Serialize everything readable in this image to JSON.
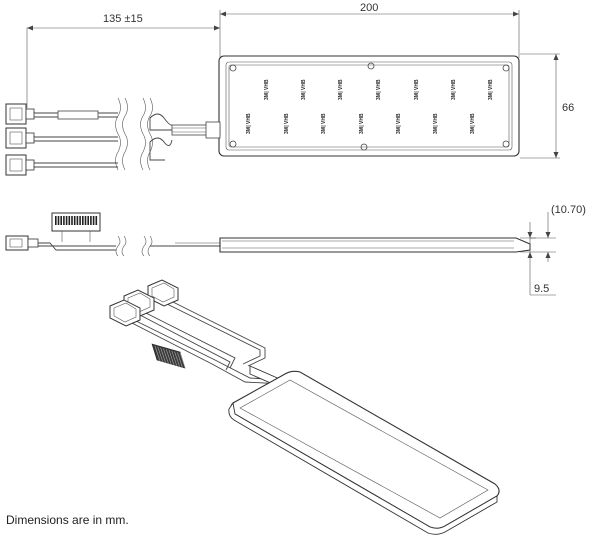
{
  "dimensions": {
    "cable_length": "135 ±15",
    "body_length": "200",
    "body_width": "66",
    "max_height": "10.70",
    "body_height": "9.5"
  },
  "tape_label_top": "3M",
  "tape_label_bottom": "VHB",
  "footnote": "Dimensions are in mm.",
  "colors": {
    "line": "#444444",
    "panel_gray": "#d9d9d9"
  }
}
